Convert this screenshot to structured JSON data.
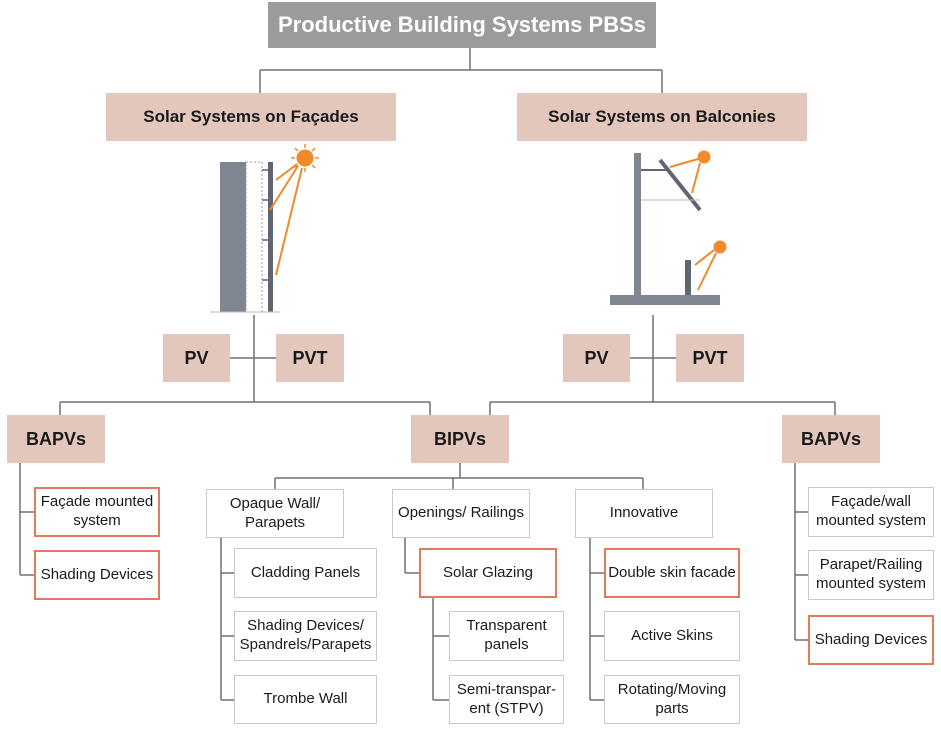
{
  "title": "Productive Building Systems PBSs",
  "facades": {
    "label": "Solar Systems on Façades",
    "pv": "PV",
    "pvt": "PVT"
  },
  "balconies": {
    "label": "Solar Systems on Balconies",
    "pv": "PV",
    "pvt": "PVT"
  },
  "left_bapv": {
    "label": "BAPVs",
    "items": [
      "Façade mounted system",
      "Shading Devices"
    ]
  },
  "bipv": {
    "label": "BIPVs",
    "opaque": {
      "label": "Opaque Wall/ Parapets",
      "items": [
        "Cladding Panels",
        "Shading Devices/ Spandrels/Parapets",
        "Trombe Wall"
      ]
    },
    "openings": {
      "label": "Openings/ Railings",
      "solar_glazing": "Solar Glazing",
      "items": [
        "Transparent panels",
        "Semi-transpar- ent (STPV)"
      ]
    },
    "innovative": {
      "label": "Innovative",
      "items": [
        "Double skin facade",
        "Active Skins",
        "Rotating/Moving parts"
      ]
    }
  },
  "right_bapv": {
    "label": "BAPVs",
    "items": [
      "Façade/wall mounted system",
      "Parapet/Railing mounted system",
      "Shading Devices"
    ]
  },
  "colors": {
    "title_bg": "#9b9b9b",
    "category_bg": "#e3c7bd",
    "highlight_border": "#e07b62",
    "plain_border": "#c8c8c8",
    "sun": "#f08a2b",
    "wall": "#7f8591"
  },
  "icons": [
    "sun-icon",
    "facade-section-illustration",
    "balcony-section-illustration"
  ]
}
